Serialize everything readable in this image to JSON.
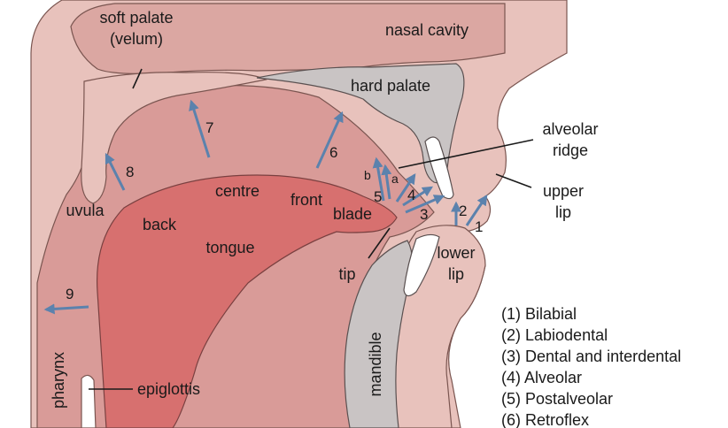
{
  "regions": {
    "soft_palate": [
      "soft palate",
      "(velum)"
    ],
    "nasal_cavity": "nasal cavity",
    "hard_palate": "hard palate",
    "alveolar_ridge": [
      "alveolar",
      "ridge"
    ],
    "upper_lip": [
      "upper",
      "lip"
    ],
    "lower_lip": [
      "lower",
      "lip"
    ],
    "uvula": "uvula",
    "back": "back",
    "centre": "centre",
    "front": "front",
    "blade": "blade",
    "tongue": "tongue",
    "tip": "tip",
    "pharynx": "pharynx",
    "mandible": "mandible",
    "epiglottis": "epiglottis"
  },
  "arrow_numbers": [
    "1",
    "2",
    "3",
    "4",
    "5",
    "6",
    "7",
    "8",
    "9"
  ],
  "sub_labels": [
    "a",
    "b"
  ],
  "legend": [
    "(1)  Bilabial",
    "(2)  Labiodental",
    "(3)  Dental and interdental",
    "(4)  Alveolar",
    "(5)  Postalveolar",
    "(6) Retroflex"
  ],
  "colors": {
    "outer_tissue": "#e8c2bc",
    "mid_tissue": "#d99b98",
    "tongue": "#d7706f",
    "bone": "#c9c4c4",
    "teeth": "#ffffff",
    "arrow": "#5b82ad"
  }
}
